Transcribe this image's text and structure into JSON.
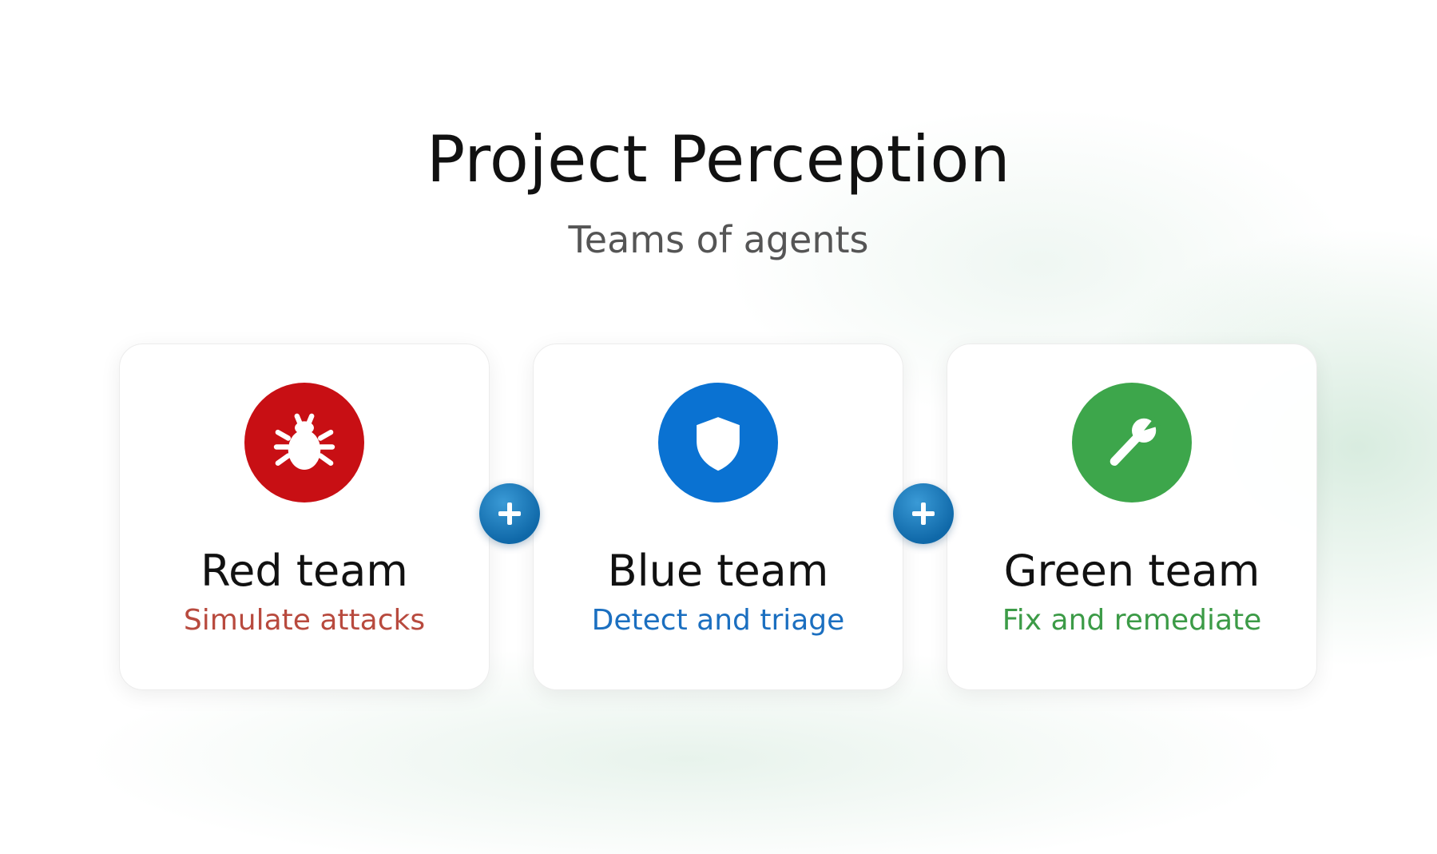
{
  "header": {
    "title": "Project Perception",
    "subtitle": "Teams of agents"
  },
  "teams": [
    {
      "name": "Red team",
      "tagline": "Simulate attacks",
      "icon": "bug-icon",
      "color": "#C80F14",
      "text_color": "#B84A3E"
    },
    {
      "name": "Blue team",
      "tagline": "Detect and triage",
      "icon": "shield-icon",
      "color": "#0A72D2",
      "text_color": "#1B6FC0"
    },
    {
      "name": "Green team",
      "tagline": "Fix and remediate",
      "icon": "wrench-icon",
      "color": "#3DA64B",
      "text_color": "#3C9B47"
    }
  ],
  "connectors": [
    {
      "icon": "plus-icon",
      "color": "#1672B5"
    },
    {
      "icon": "plus-icon",
      "color": "#1672B5"
    }
  ]
}
